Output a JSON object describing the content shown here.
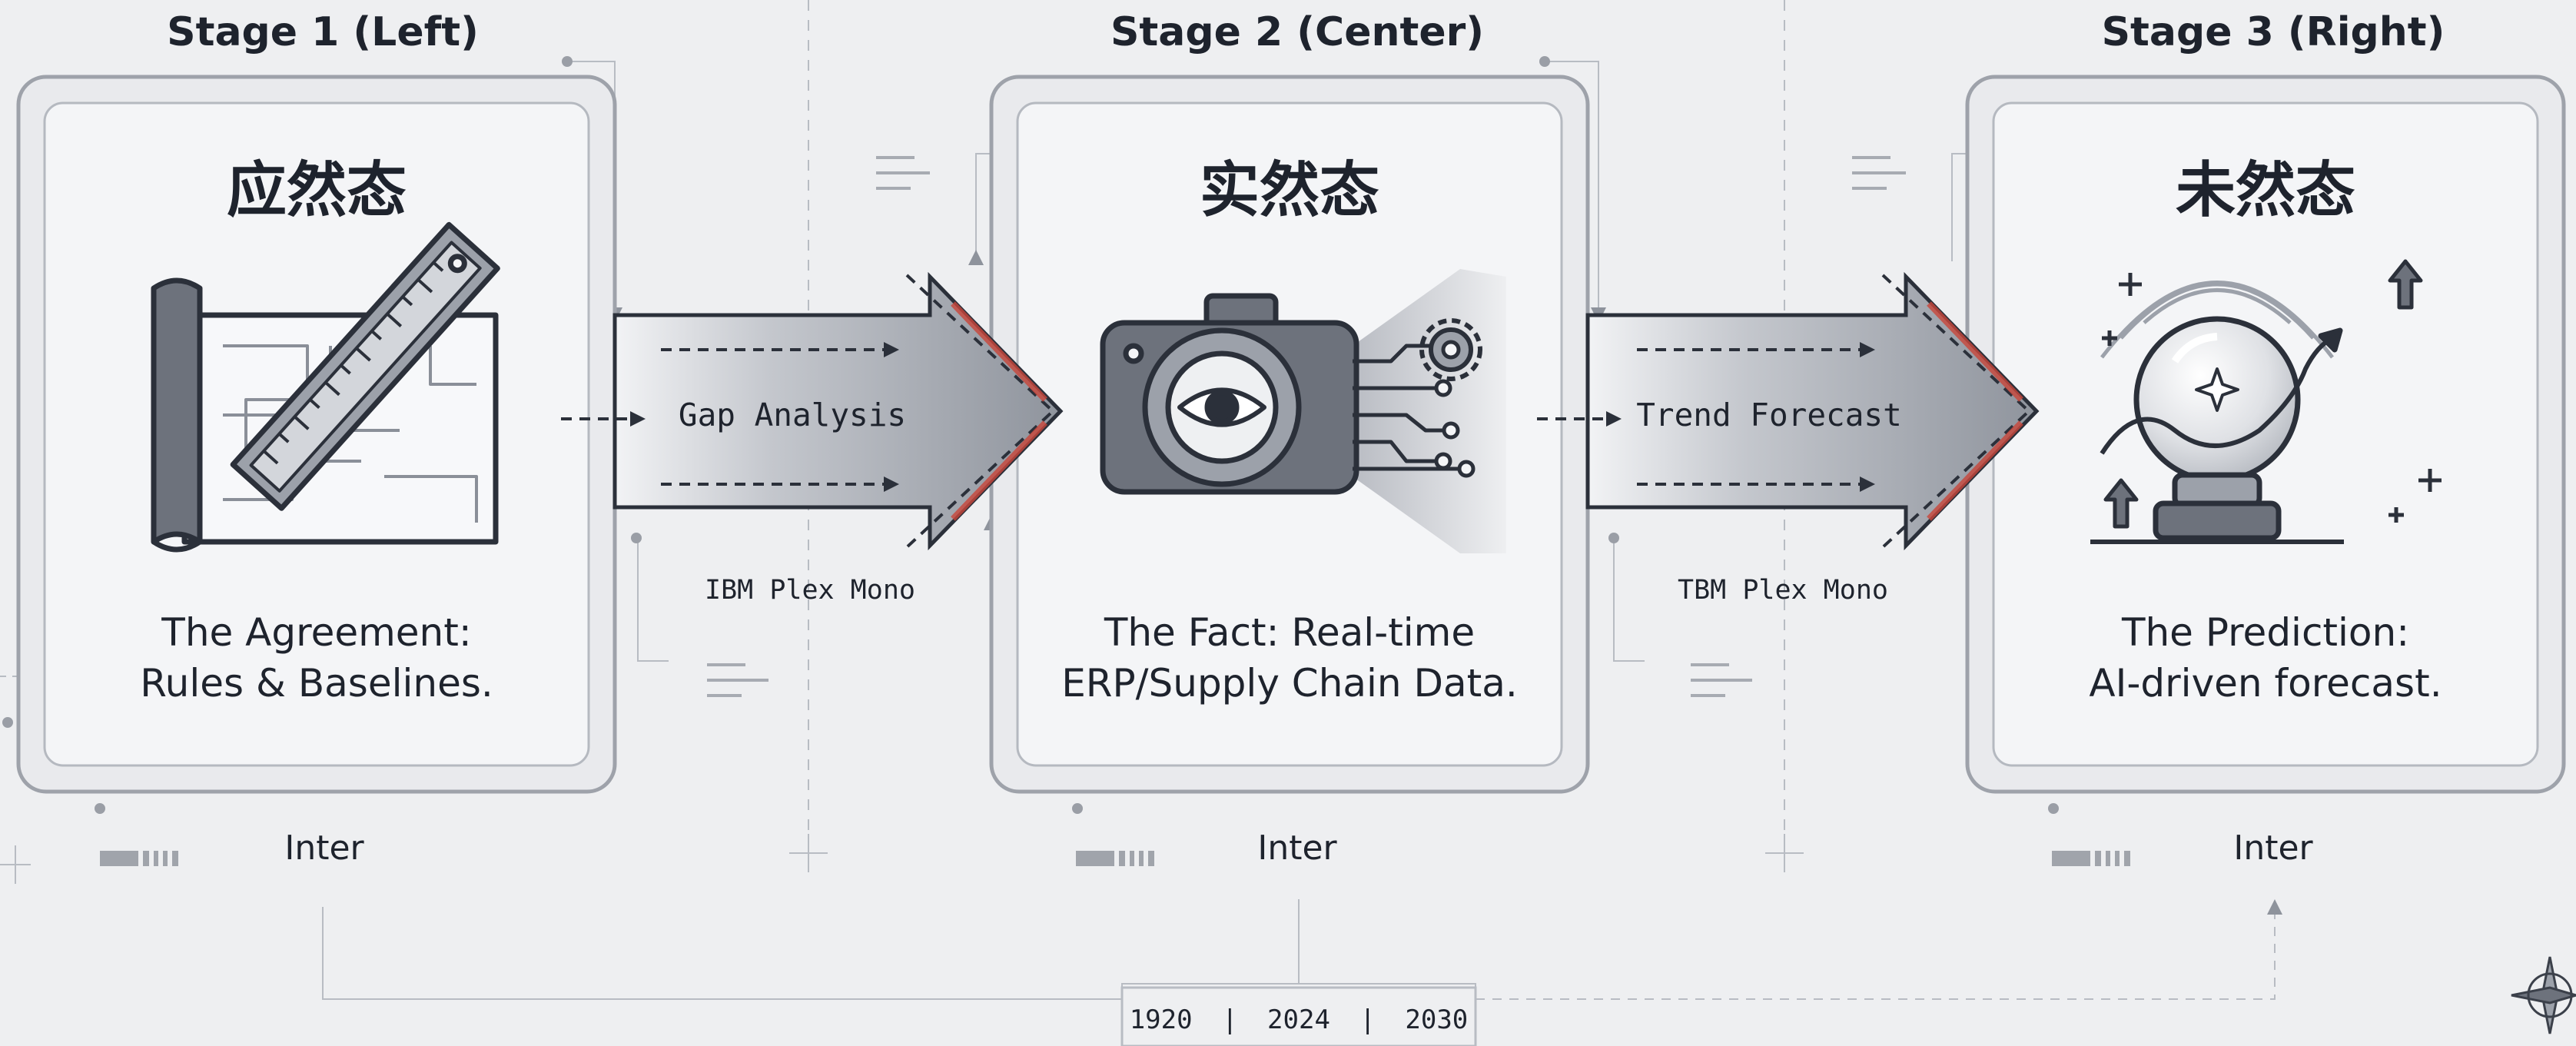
{
  "stages": [
    {
      "title": "Stage 1 (Left)",
      "heading": "应然态",
      "description_lines": [
        "The Agreement:",
        "Rules & Baselines."
      ],
      "font_tag": "Inter",
      "icon": "blueprint-ruler-icon"
    },
    {
      "title": "Stage 2 (Center)",
      "heading": "实然态",
      "description_lines": [
        "The Fact: Real-time",
        "ERP/Supply Chain Data."
      ],
      "font_tag": "Inter",
      "icon": "camera-data-icon"
    },
    {
      "title": "Stage 3 (Right)",
      "heading": "未然态",
      "description_lines": [
        "The Prediction:",
        "AI-driven forecast."
      ],
      "font_tag": "Inter",
      "icon": "crystal-ball-icon"
    }
  ],
  "arrows": [
    {
      "label": "Gap Analysis",
      "font_label": "IBM Plex Mono"
    },
    {
      "label": "Trend Forecast",
      "font_label": "TBM Plex Mono"
    }
  ],
  "timeline": {
    "years": [
      "1920",
      "2024",
      "2030"
    ],
    "separator": "|"
  },
  "colors": {
    "background": "#eeeff1",
    "card_fill": "#f3f4f6",
    "card_border": "#8e939c",
    "icon_fill": "#6d727c",
    "icon_stroke": "#2b303a",
    "arrow_fill": "#9a9fa8",
    "accent_red": "#c9463a"
  }
}
